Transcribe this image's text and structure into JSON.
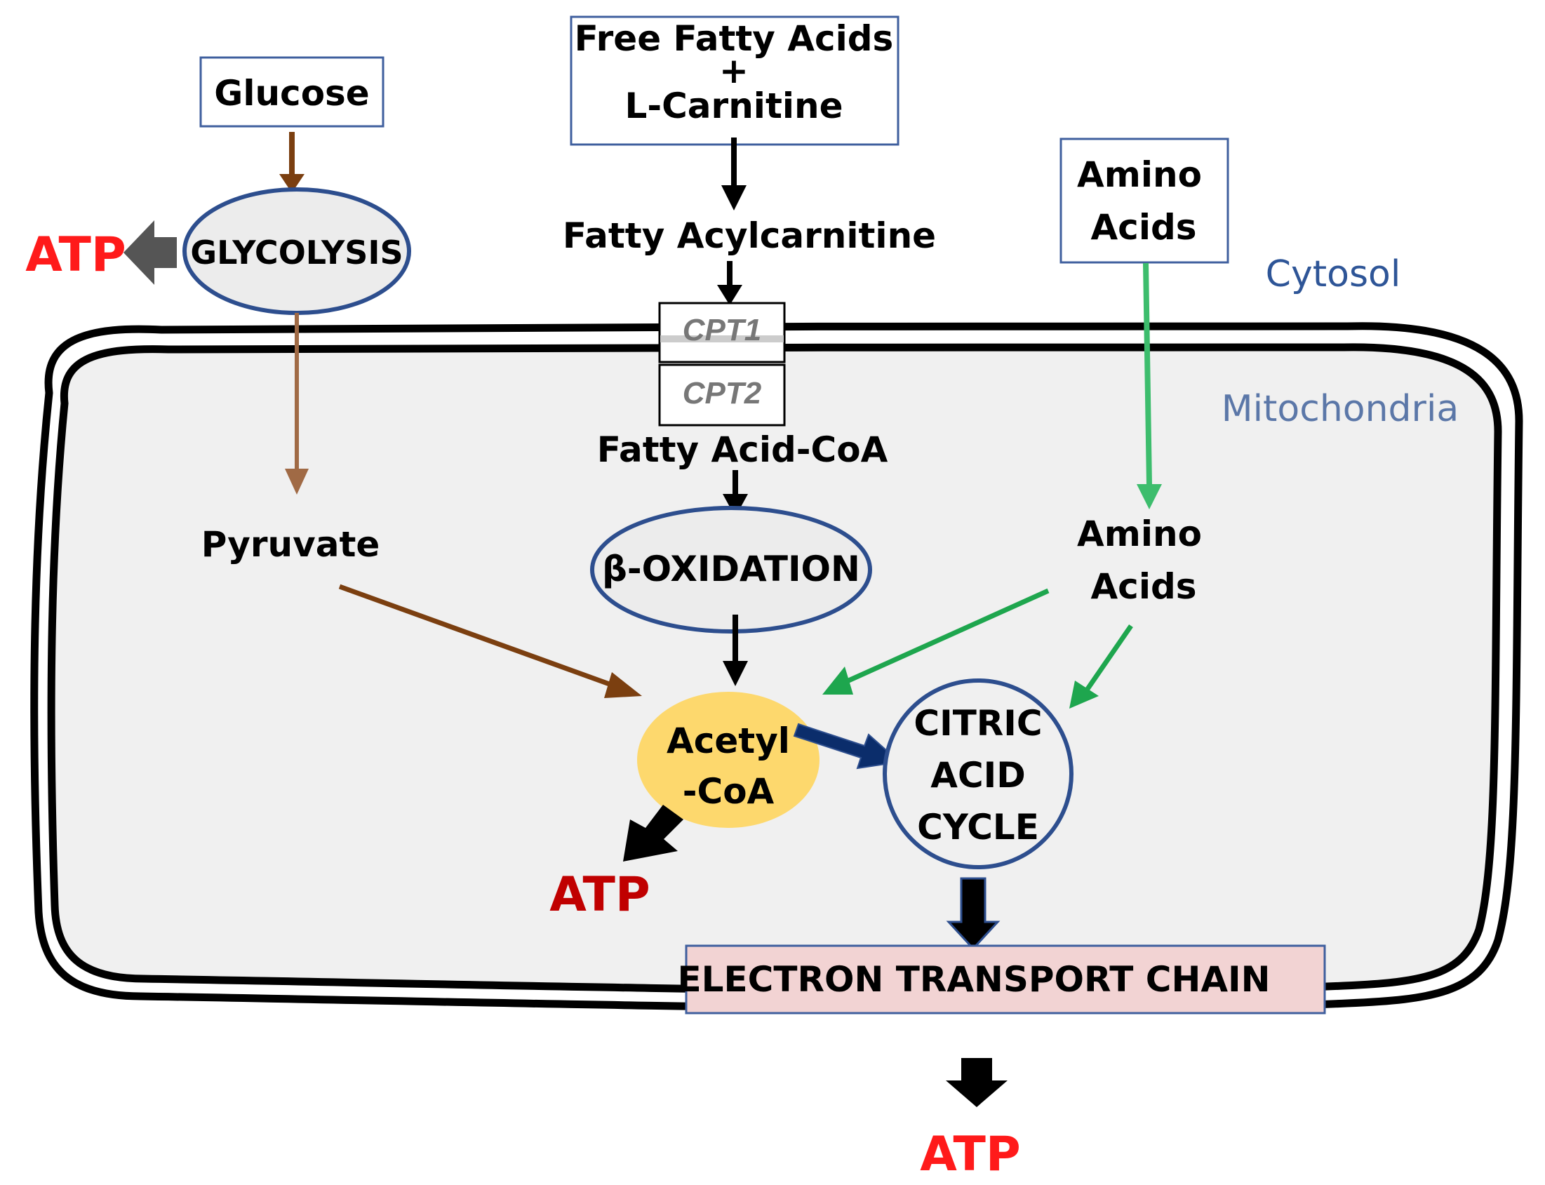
{
  "colors": {
    "box_border": "#3f5f9e",
    "ellipse_border": "#2d4e8e",
    "atp_red": "#ff1a1a",
    "atp_dark_red": "#c00000",
    "glycolysis_arrow": "#7b3f10",
    "pyruvate_arrow_light": "#a06a45",
    "amino_arrow_light": "#3dbd6d",
    "amino_arrow": "#1ea64e",
    "acetyl_fill": "#fdd86d",
    "tca_arrow": "#0b2d6b",
    "etc_fill": "#f2d3d3",
    "mito_fill": "#f0f0f0",
    "cytosol_label": "#2e5597",
    "mito_label": "#5b77a8"
  },
  "labels": {
    "glucose": "Glucose",
    "glycolysis": "GLYCOLYSIS",
    "atp_glycolysis": "ATP",
    "ffa_line1": "Free Fatty Acids",
    "ffa_plus": "+",
    "ffa_line2": "L-Carnitine",
    "fatty_acylcarnitine": "Fatty Acylcarnitine",
    "cpt1": "CPT1",
    "cpt2": "CPT2",
    "fatty_acid_coa": "Fatty Acid-CoA",
    "beta_oxidation": "β-OXIDATION",
    "amino_top_line1": "Amino",
    "amino_top_line2": "Acids",
    "cytosol": "Cytosol",
    "mitochondria": "Mitochondria",
    "pyruvate": "Pyruvate",
    "amino_mito_line1": "Amino",
    "amino_mito_line2": "Acids",
    "acetyl_line1": "Acetyl",
    "acetyl_line2": "-CoA",
    "tca_line1": "CITRIC",
    "tca_line2": "ACID",
    "tca_line3": "CYCLE",
    "atp_acetyl": "ATP",
    "etc": "ELECTRON TRANSPORT CHAIN",
    "atp_etc": "ATP"
  }
}
